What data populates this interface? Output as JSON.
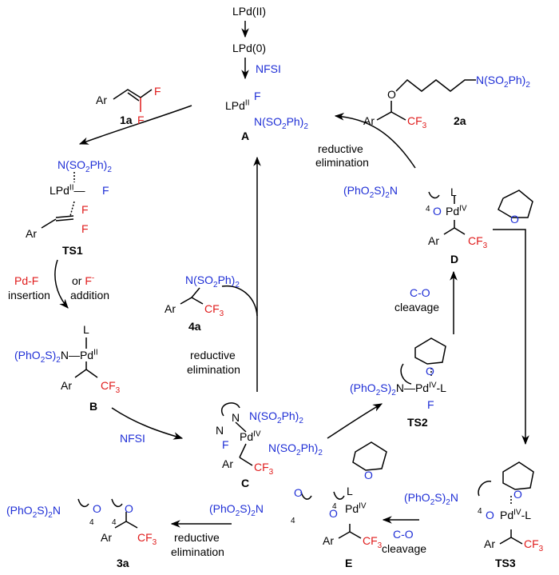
{
  "colors": {
    "blue": "#1f2fd6",
    "red": "#e01b1b",
    "black": "#000000"
  },
  "top": {
    "pd2": "LPd(II)",
    "pd0": "LPd(0)",
    "nfsi": "NFSI"
  },
  "A": {
    "label": "A",
    "lpd": "LPd",
    "ox": "II",
    "f": "F",
    "n": "N(SO",
    "n2": "2",
    "n3": "Ph)",
    "n4": "2"
  },
  "s1a": {
    "label": "1a",
    "ar": "Ar",
    "f": "F"
  },
  "s2a": {
    "label": "2a",
    "n": "N(SO",
    "s2": "2",
    "ph": "Ph)",
    "s3": "2",
    "o": "O",
    "ar": "Ar",
    "cf": "CF",
    "cf3": "3"
  },
  "TS1": {
    "label": "TS1",
    "n": "N(SO",
    "s2": "2",
    "ph": "Ph)",
    "s3": "2",
    "lpd": "LPd",
    "ox": "II",
    "f": "F",
    "ar": "Ar"
  },
  "step1": {
    "pdf": "Pd-F",
    "insertion": "insertion",
    "or": "or",
    "fminus": "F",
    "minus": "-",
    "addition": "addition"
  },
  "B": {
    "label": "B",
    "l": "L",
    "pre": "(PhO",
    "s2": "2",
    "post": "S)",
    "s3": "2",
    "n": "N",
    "pd": "Pd",
    "ox": "II",
    "ar": "Ar",
    "cf": "CF",
    "cf3": "3"
  },
  "nfsi2": "NFSI",
  "C": {
    "label": "C",
    "n1": "N",
    "n2": "N",
    "f": "F",
    "pd": "Pd",
    "ox": "IV",
    "na": "N(SO",
    "s2": "2",
    "ph": "Ph)",
    "s3": "2",
    "ar": "Ar",
    "cf": "CF",
    "cf3": "3"
  },
  "s4a": {
    "label": "4a",
    "n": "N(SO",
    "s2": "2",
    "ph": "Ph)",
    "s3": "2",
    "ar": "Ar",
    "cf": "CF",
    "cf3": "3"
  },
  "re_center": {
    "l1": "reductive",
    "l2": "elimination"
  },
  "re_top": {
    "l1": "reductive",
    "l2": "elimination"
  },
  "D": {
    "label": "D",
    "pre": "(PhO",
    "s2": "2",
    "post": "S)",
    "s3": "2",
    "n": "N",
    "four": "4",
    "o": "O",
    "pd": "Pd",
    "ox": "IV",
    "l": "L",
    "ar": "Ar",
    "cf": "CF",
    "cf3": "3"
  },
  "thf": {
    "o": "O"
  },
  "co1": {
    "l1": "C-O",
    "l2": "cleavage"
  },
  "TS2": {
    "label": "TS2",
    "pre": "(PhO",
    "s2": "2",
    "post": "S)",
    "s3": "2",
    "n": "N",
    "pd": "Pd",
    "ox": "IV",
    "l": "-L",
    "f": "F",
    "o": "O"
  },
  "TS3": {
    "label": "TS3",
    "pre": "(PhO",
    "s2": "2",
    "post": "S)",
    "s3": "2",
    "n": "N",
    "four": "4",
    "o": "O",
    "pd": "Pd",
    "ox": "IV",
    "l": "-L",
    "ar": "Ar",
    "cf": "CF",
    "cf3": "3",
    "o2": "O"
  },
  "co2": {
    "l1": "C-O",
    "l2": "cleavage"
  },
  "E": {
    "label": "E",
    "pre": "(PhO",
    "s2": "2",
    "post": "S)",
    "s3": "2",
    "n": "N",
    "four": "4",
    "four2": "4",
    "o": "O",
    "o2": "O",
    "pd": "Pd",
    "ox": "IV",
    "l": "L",
    "ar": "Ar",
    "cf": "CF",
    "cf3": "3"
  },
  "re_bottom": {
    "l1": "reductive",
    "l2": "elimination"
  },
  "s3a": {
    "label": "3a",
    "pre": "(PhO",
    "s2": "2",
    "post": "S)",
    "s3": "2",
    "n": "N",
    "four": "4",
    "four2": "4",
    "o": "O",
    "o2": "O",
    "ar": "Ar",
    "cf": "CF",
    "cf3": "3"
  }
}
